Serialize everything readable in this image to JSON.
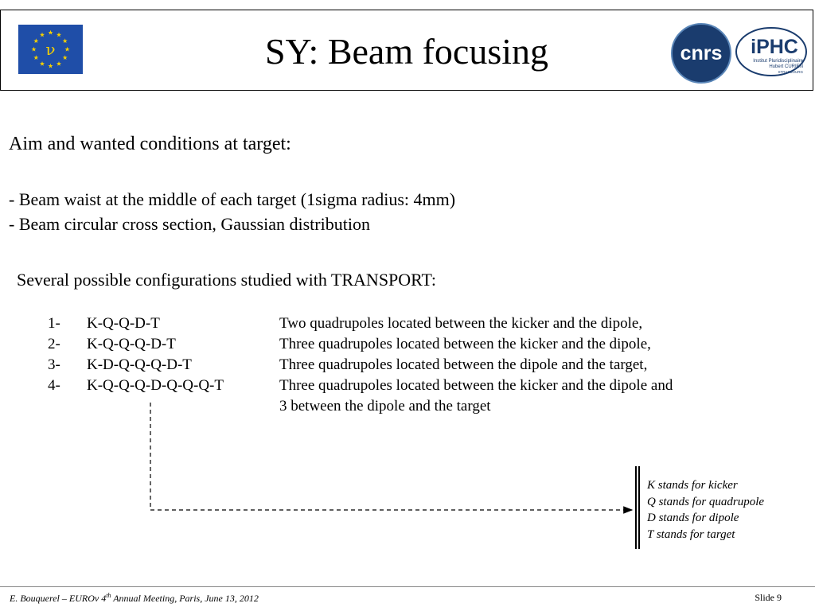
{
  "header": {
    "title": "SY: Beam focusing",
    "eu_flag": {
      "letter": "ν",
      "colors": {
        "blue": "#1f4ea8",
        "stars": "#f5d000"
      }
    },
    "cnrs_logo": {
      "text": "cnrs",
      "colors": {
        "bg": "#1a3c6e",
        "text": "#ffffff"
      }
    },
    "iphc_logo": {
      "text": "iPHC",
      "subtitle_line1": "Institut Pluridisciplinaire",
      "subtitle_line2": "Hubert CURIEN",
      "subtitle_line3": "STRASBOURG",
      "colors": {
        "text": "#1a3c6e"
      }
    }
  },
  "main": {
    "aim_heading": "Aim and wanted conditions at target:",
    "bullets": [
      "- Beam waist at the middle of each target (1sigma radius: 4mm)",
      "- Beam circular cross section, Gaussian distribution"
    ],
    "configs_heading": "Several possible configurations studied with TRANSPORT:",
    "configs": [
      {
        "num": "1-",
        "code": "K-Q-Q-D-T",
        "desc": "Two quadrupoles located between the kicker and the dipole,"
      },
      {
        "num": "2-",
        "code": "K-Q-Q-Q-D-T",
        "desc": "Three quadrupoles located between the kicker and the dipole,"
      },
      {
        "num": "3-",
        "code": "K-D-Q-Q-Q-D-T",
        "desc": "Three quadrupoles located between the dipole and the target,"
      },
      {
        "num": "4-",
        "code": "K-Q-Q-Q-D-Q-Q-Q-T",
        "desc": "Three quadrupoles located between the kicker and the dipole and"
      }
    ],
    "config_continuation": "3 between the dipole and the target",
    "legend": [
      "K stands for kicker",
      "Q stands for quadrupole",
      "D stands for dipole",
      "T stands for target"
    ]
  },
  "footer": {
    "author_event_before": "E. Bouquerel – EUROν 4",
    "author_event_sup": "th",
    "author_event_after": " Annual Meeting, Paris, June 13, 2012",
    "slide_label": "Slide 9"
  }
}
